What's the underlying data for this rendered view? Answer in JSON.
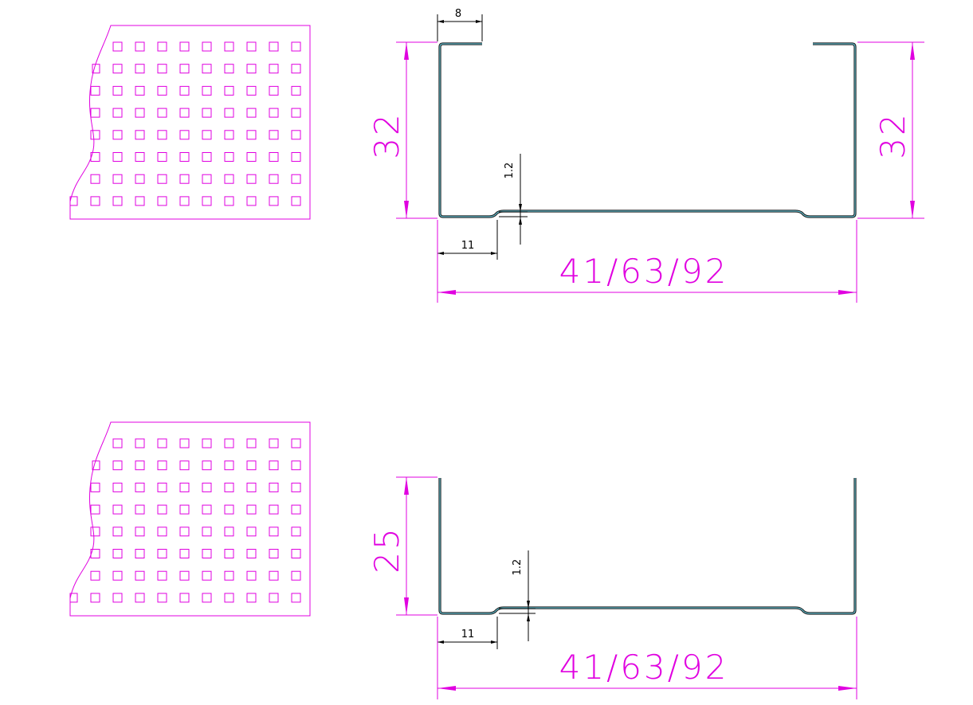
{
  "drawings": [
    {
      "id": "top",
      "profile": "lipped-channel",
      "dimensions": {
        "lip_width": "8",
        "height_left": "32",
        "height_right": "32",
        "thickness": "1.2",
        "offset": "11",
        "width": "41/63/92"
      }
    },
    {
      "id": "bottom",
      "profile": "plain-channel",
      "dimensions": {
        "height_left": "25",
        "thickness": "1.2",
        "offset": "11",
        "width": "41/63/92"
      }
    }
  ],
  "colors": {
    "dimension": "#e000e0",
    "annotation": "#000000",
    "profile_outer": "#1a1a1a",
    "profile_inner": "#5fb9c9"
  },
  "perforation": {
    "rows": 8,
    "cols": 10,
    "shape": "square"
  }
}
